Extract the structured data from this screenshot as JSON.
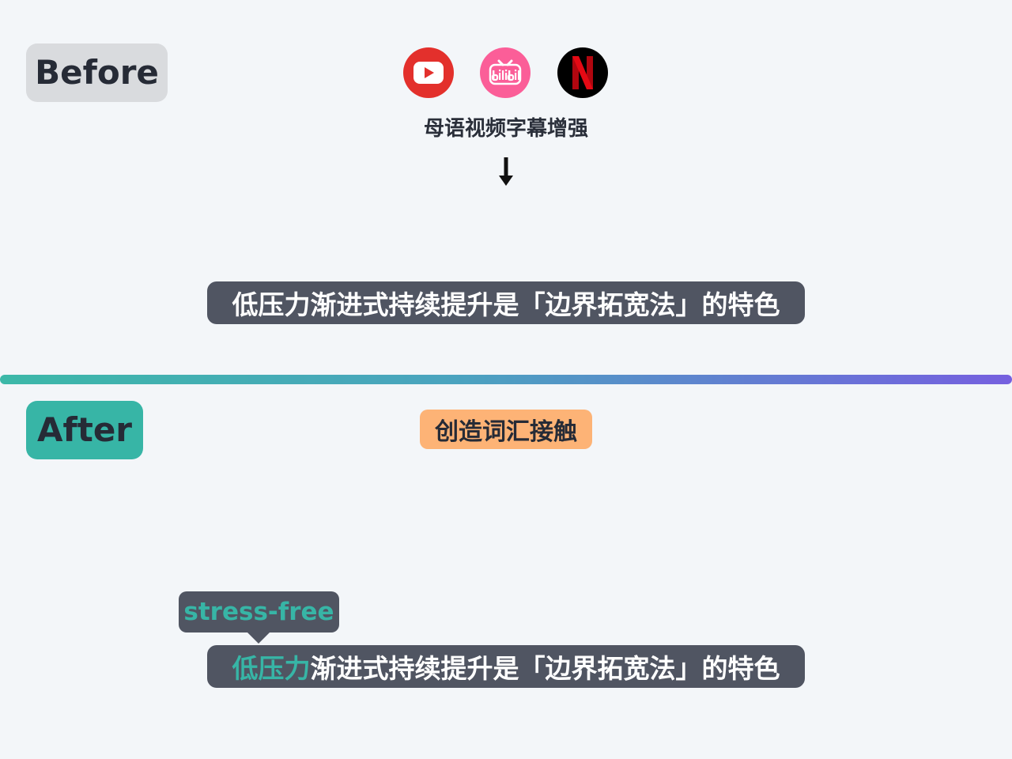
{
  "labels": {
    "before": "Before",
    "after": "After"
  },
  "platforms": [
    {
      "name": "YouTube",
      "icon": "youtube-icon",
      "color": "#e3302c"
    },
    {
      "name": "bilibili",
      "icon": "bilibili-icon",
      "color": "#fb5e98"
    },
    {
      "name": "Netflix",
      "icon": "netflix-icon",
      "color": "#000000"
    }
  ],
  "caption": "母语视频字幕增强",
  "subtitle_before": "低压力渐进式持续提升是「边界拓宽法」的特色",
  "subtitle_after": {
    "highlight": "低压力",
    "rest": "渐进式持续提升是「边界拓宽法」的特色"
  },
  "vocab_chip": "创造词汇接触",
  "tooltip": "stress-free",
  "colors": {
    "background": "#f3f6f9",
    "accent_teal": "#37b5a6",
    "chip_orange": "#fdb376",
    "subtitle_bg": "#505562",
    "divider_start": "#3cb8a8",
    "divider_end": "#7560df"
  }
}
